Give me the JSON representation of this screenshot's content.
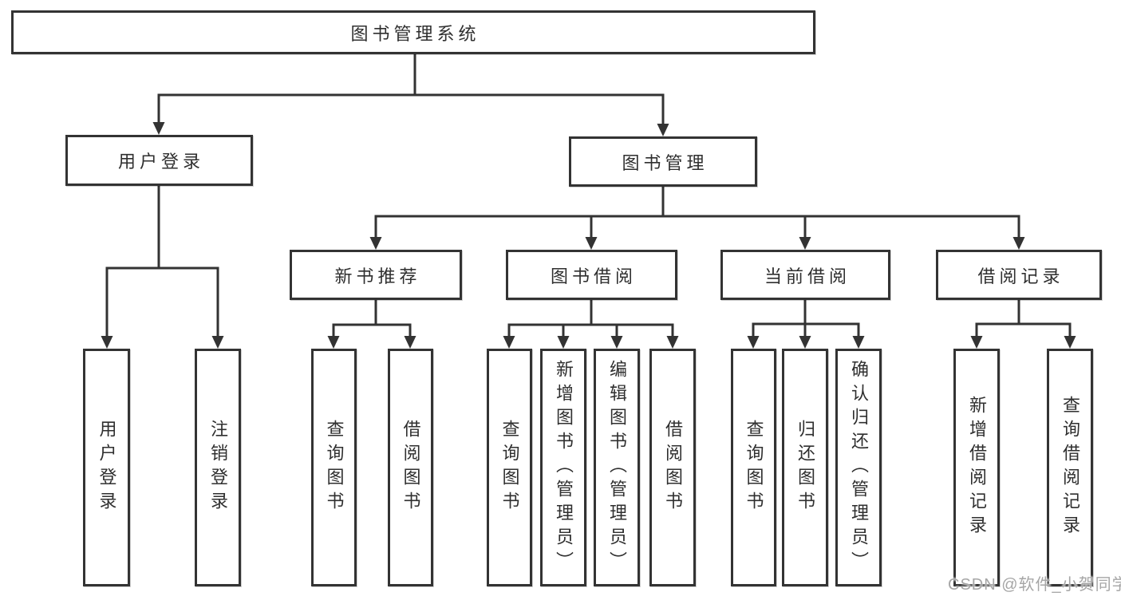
{
  "diagram": {
    "title": "图书管理系统",
    "tree": {
      "root": {
        "label": "图书管理系统"
      },
      "branches": [
        {
          "label": "用户登录",
          "children": [
            {
              "label": "用户登录"
            },
            {
              "label": "注销登录"
            }
          ]
        },
        {
          "label": "图书管理",
          "children": [
            {
              "label": "新书推荐",
              "children": [
                {
                  "label": "查询图书"
                },
                {
                  "label": "借阅图书"
                }
              ]
            },
            {
              "label": "图书借阅",
              "children": [
                {
                  "label": "查询图书"
                },
                {
                  "label": "新增图书（管理员）"
                },
                {
                  "label": "编辑图书（管理员）"
                },
                {
                  "label": "借阅图书"
                }
              ]
            },
            {
              "label": "当前借阅",
              "children": [
                {
                  "label": "查询图书"
                },
                {
                  "label": "归还图书"
                },
                {
                  "label": "确认归还（管理员）"
                }
              ]
            },
            {
              "label": "借阅记录",
              "children": [
                {
                  "label": "新增借阅记录"
                },
                {
                  "label": "查询借阅记录"
                }
              ]
            }
          ]
        }
      ]
    },
    "colors": {
      "line": "#333333",
      "text": "#2f2f2f",
      "background": "#ffffff",
      "watermark": "#a6a6a6"
    }
  },
  "watermark": "CSDN @软件_小贺同学"
}
